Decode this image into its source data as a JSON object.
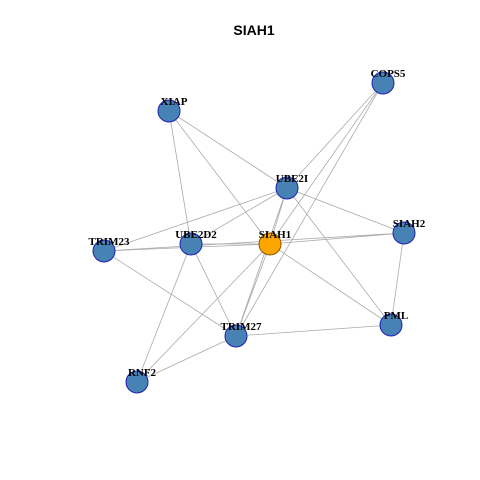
{
  "title": "SIAH1",
  "colors": {
    "node_fill": "#4682B4",
    "node_stroke": "#1f1fb4",
    "focus_fill": "#FFA500",
    "focus_stroke": "#8a5a00",
    "edge": "#aaaaaa"
  },
  "nodes": [
    {
      "id": "SIAH1",
      "label": "SIAH1",
      "focus": true
    },
    {
      "id": "COPS5",
      "label": "COPS5"
    },
    {
      "id": "XIAP",
      "label": "XIAP"
    },
    {
      "id": "UBE2I",
      "label": "UBE2I"
    },
    {
      "id": "SIAH2",
      "label": "SIAH2"
    },
    {
      "id": "TRIM23",
      "label": "TRIM23"
    },
    {
      "id": "UBE2D2",
      "label": "UBE2D2"
    },
    {
      "id": "PML",
      "label": "PML"
    },
    {
      "id": "TRIM27",
      "label": "TRIM27"
    },
    {
      "id": "RNF2",
      "label": "RNF2"
    }
  ],
  "edges": [
    [
      "SIAH1",
      "COPS5"
    ],
    [
      "SIAH1",
      "XIAP"
    ],
    [
      "SIAH1",
      "UBE2I"
    ],
    [
      "SIAH1",
      "SIAH2"
    ],
    [
      "SIAH1",
      "TRIM23"
    ],
    [
      "SIAH1",
      "UBE2D2"
    ],
    [
      "SIAH1",
      "PML"
    ],
    [
      "SIAH1",
      "TRIM27"
    ],
    [
      "SIAH1",
      "RNF2"
    ],
    [
      "COPS5",
      "UBE2I"
    ],
    [
      "COPS5",
      "TRIM27"
    ],
    [
      "XIAP",
      "UBE2I"
    ],
    [
      "XIAP",
      "UBE2D2"
    ],
    [
      "UBE2I",
      "SIAH2"
    ],
    [
      "UBE2I",
      "TRIM23"
    ],
    [
      "UBE2I",
      "UBE2D2"
    ],
    [
      "UBE2I",
      "PML"
    ],
    [
      "UBE2I",
      "TRIM27"
    ],
    [
      "SIAH2",
      "TRIM23"
    ],
    [
      "SIAH2",
      "PML"
    ],
    [
      "TRIM23",
      "TRIM27"
    ],
    [
      "UBE2D2",
      "TRIM27"
    ],
    [
      "UBE2D2",
      "RNF2"
    ],
    [
      "PML",
      "TRIM27"
    ],
    [
      "TRIM27",
      "RNF2"
    ]
  ]
}
